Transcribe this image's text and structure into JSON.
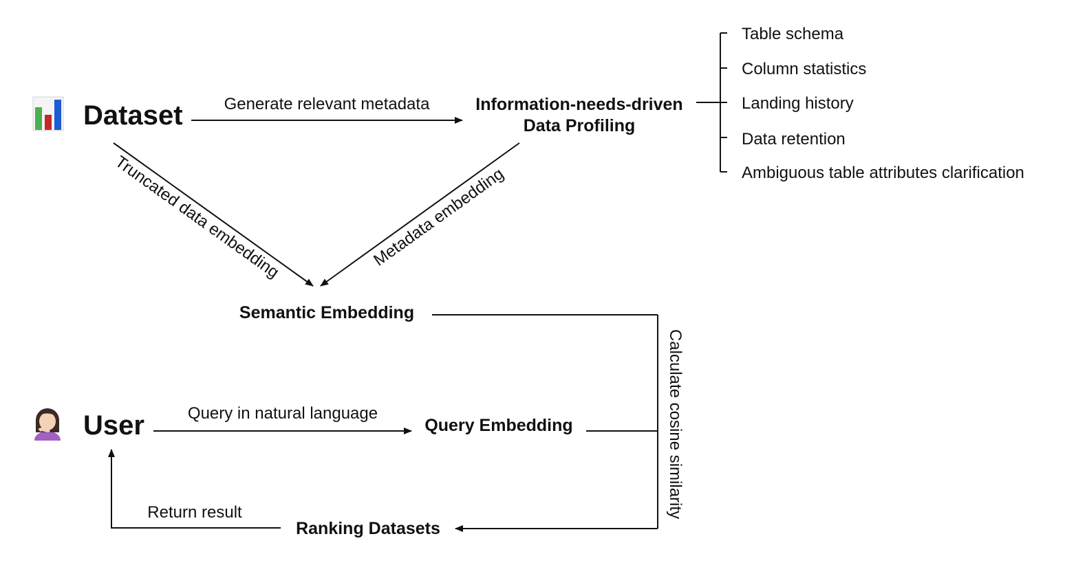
{
  "nodes": {
    "dataset": "Dataset",
    "profiling_line1": "Information-needs-driven",
    "profiling_line2": "Data Profiling",
    "semantic_embedding": "Semantic Embedding",
    "user": "User",
    "query_embedding": "Query Embedding",
    "ranking_datasets": "Ranking Datasets"
  },
  "edges": {
    "generate_metadata": "Generate relevant metadata",
    "truncated_data_embedding": "Truncated data embedding",
    "metadata_embedding": "Metadata embedding",
    "query_natural_language": "Query in natural language",
    "cosine_similarity": "Calculate cosine similarity",
    "return_result": "Return result"
  },
  "profiling_items": [
    "Table schema",
    "Column statistics",
    "Landing history",
    "Data retention",
    "Ambiguous table attributes clarification"
  ],
  "icons": {
    "dataset": "bar-chart-icon",
    "user": "person-icon"
  },
  "colors": {
    "ink": "#111111",
    "bar_green": "#4caf50",
    "bar_red": "#c62828",
    "bar_blue": "#1e5bd6",
    "skin": "#f3d2b8",
    "hair": "#3b2a24",
    "shirt": "#a45fc4"
  }
}
